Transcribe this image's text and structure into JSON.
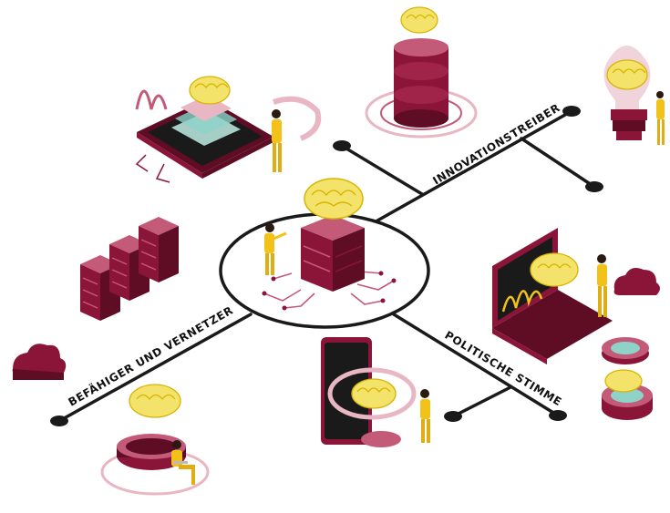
{
  "labels": {
    "innovation": "INNOVATIONSTREIBER",
    "enabler": "BEFÄHIGER UND VERNETZER",
    "politics": "POLITISCHE STIMME"
  },
  "colors": {
    "burgundy": "#8a1538",
    "burgundy_dark": "#5e0d25",
    "burgundy_light": "#c25a78",
    "pink": "#e8b7c3",
    "gold": "#f2c21a",
    "brain": "#f4e36a",
    "line": "#1a1a1a",
    "teal": "#8fd3c8"
  }
}
